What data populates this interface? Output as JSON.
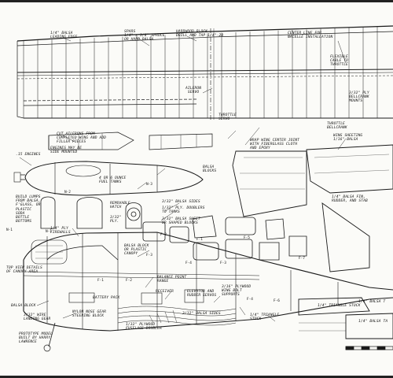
{
  "labels": {
    "leading_edge": "1/4\" BALSA\nLEADING EDGE",
    "spars": "SPARS\n1/4\" x 3/8\" SPRUCE\nOR HARD BALSA",
    "hardwood_block": "HARDWOOD BLOCK\nDRILL AND TAP 1/4\"-20",
    "center_line": "CENTER LINE FOR\nNACELLE INSTALLATION",
    "flexible_cable": "FLEXIBLE\nCABLE TO\nTHROTTLE",
    "aileron_servo": "AILERON\nSERVO",
    "bellcrank": "3/32\" PLY\nBELLCRANK\nMOUNTS",
    "throttle_servo": "THROTTLE\nSERVO",
    "throttle_bellcrank": "THROTTLE\nBELLCRANK",
    "cut_ailerons": "CUT AILERONS FROM\nCOMPLETED WING AND ADD\nFILLER PIECES",
    "wrap_wing": "WRAP WING CENTER JOINT\nWITH FIBERGLASS CLOTH\nAND EPOXY",
    "wing_sheeting": "WING SHEETING\n1/16\" BALSA",
    "engines_side": "ENGINES MAY BE\nSIDE MOUNTED",
    "engines_15": ".15 ENGINES",
    "balsa_blocks": "BALSA\nBLOCKS",
    "fuel_tanks": "4 OR 6 OUNCE\nFUEL TANKS",
    "build_lumps": "BUILD LUMPS\nFROM BALSA,\nF'GLASS, OR\nPLASTIC\nSODA\nBOTTLE\nBOTTOMS",
    "removable_hatch": "REMOVABLE\nHATCH",
    "ply_332": "3/32\"\nPLY.",
    "balsa_sides": "3/32\" BALSA SIDES",
    "ply_doublers": "1/32\" PLY. DOUBLERS\nTO TANKS",
    "balsa_sheet": "3/32\" BALSA SHEET\nOR SHAPED BLOCKS",
    "fin": "1/4\" BALSA FIN,\nRUDDER, AND STAB",
    "firewalls": "1/4\" PLY\nFIREWALLS",
    "canopy": "BALSA BLOCK\nOR PLASTIC\nCANOPY",
    "top_view": "TOP VIEW DETAILS\nOF CANOPY AREA",
    "balance_point": "BALANCE POINT\nRANGE",
    "battery": "BATTERY PACK",
    "receiver": "RECEIVER",
    "elevator_servos": "ELEVATOR AND\nRUDDER SERVOS",
    "wing_bolt": "3/16\" PLYWOOD\nWING BOLT\nSUPPORTS",
    "balsa_block2": "BALSA BLOCK",
    "wire_gear": "3/32\" WIRE\nLANDING GEAR",
    "nylon_mount": "NYLON NOSE GEAR\nSTEERING BLOCK",
    "balsa_sides2": "3/32\" BALSA SIDES",
    "fuselage_doubler": "1/32\" PLYWOOD\nFUSELAGE DOUBLER",
    "triangle": "1/4\" TRIANGLE\nSTOCK",
    "triangle2": "1/4\" TRIANGLE STOCK",
    "balsa_t": "1/4\" BALSA T",
    "prototype": "PROTOTYPE MODEL\nBUILT BY HARRY\nLAWRENCE",
    "balsa_tail": "1/4\" BALSA TA"
  },
  "part_ids": {
    "n1": "N-1",
    "n2": "N-2",
    "n3": "N-3",
    "f1a": "F-1",
    "f1b": "F-1",
    "f2a": "F-2",
    "f2b": "F-2",
    "f3a": "F-3",
    "f3b": "F-3",
    "f4a": "F-4",
    "f4b": "F-4",
    "f5": "F-5",
    "f6": "F-6",
    "f7": "F-7",
    "n1b": "N-1"
  }
}
